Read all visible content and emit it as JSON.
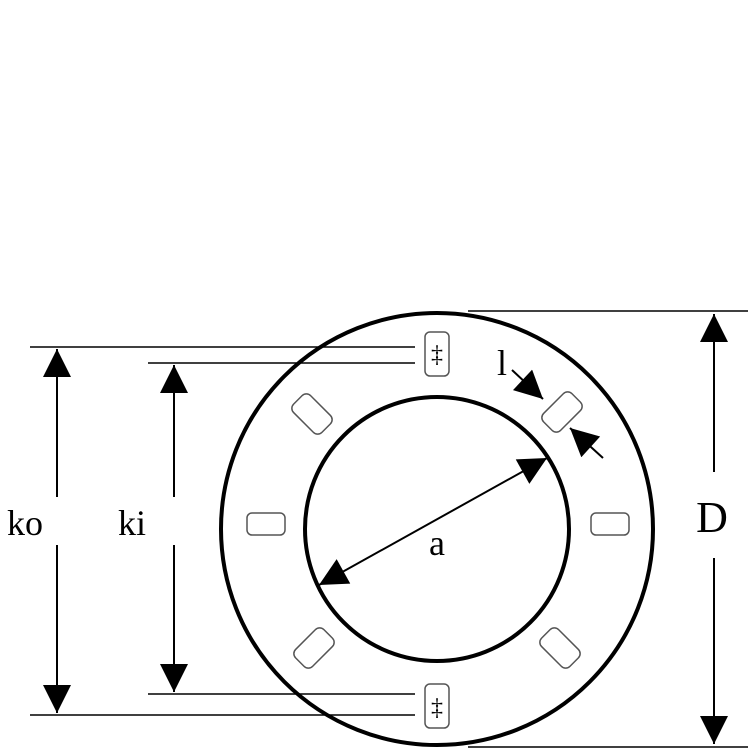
{
  "labels": {
    "outer_kerf": "ko",
    "inner_kerf": "ki",
    "slot_length": "l",
    "inner_diameter": "a",
    "outer_diameter": "D"
  },
  "slot_symbol": "‡",
  "colors": {
    "line": "#000000",
    "background": "#ffffff",
    "slot_stroke": "#555555"
  }
}
